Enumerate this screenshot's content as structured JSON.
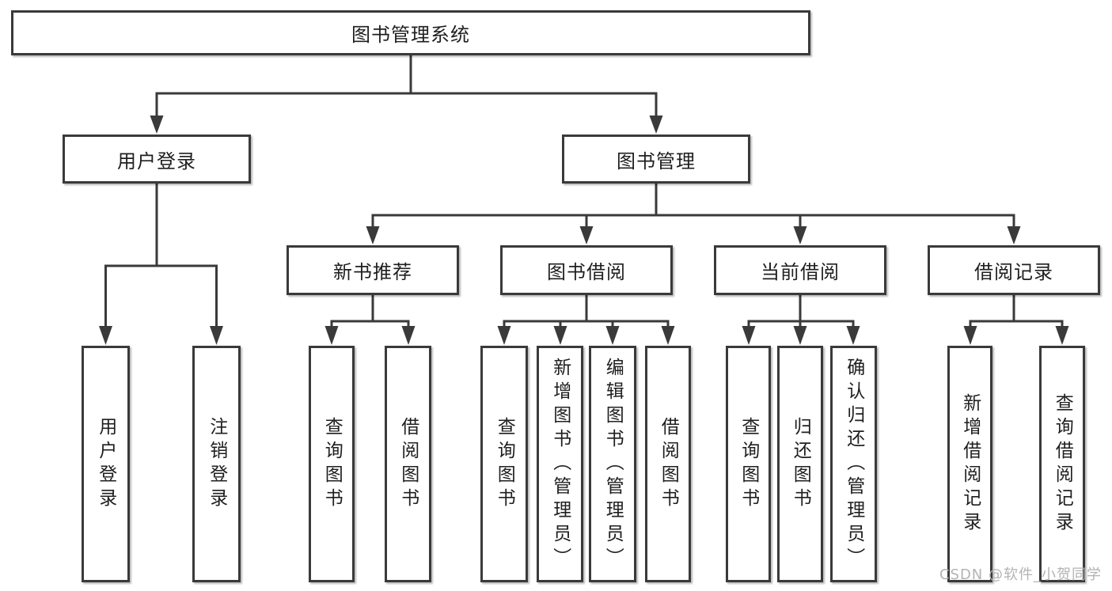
{
  "tree": {
    "root": {
      "label": "图书管理系统"
    },
    "branches": [
      {
        "label": "用户登录",
        "children": [
          "用户登录",
          "注销登录"
        ]
      },
      {
        "label": "图书管理",
        "groups": [
          {
            "label": "新书推荐",
            "children": [
              "查询图书",
              "借阅图书"
            ]
          },
          {
            "label": "图书借阅",
            "children": [
              "查询图书",
              "新增图书（管理员）",
              "编辑图书（管理员）",
              "借阅图书"
            ]
          },
          {
            "label": "当前借阅",
            "children": [
              "查询图书",
              "归还图书",
              "确认归还（管理员）"
            ]
          },
          {
            "label": "借阅记录",
            "children": [
              "新增借阅记录",
              "查询借阅记录"
            ]
          }
        ]
      }
    ]
  },
  "watermark": {
    "text": "CSDN @软件_小贺同学",
    "color": "#b3b3b3"
  },
  "colors": {
    "line": "#3a3a3a",
    "box_border": "#3a3a3a",
    "box_fill": "#ffffff",
    "text": "#1f1f1f",
    "background": "#ffffff"
  }
}
